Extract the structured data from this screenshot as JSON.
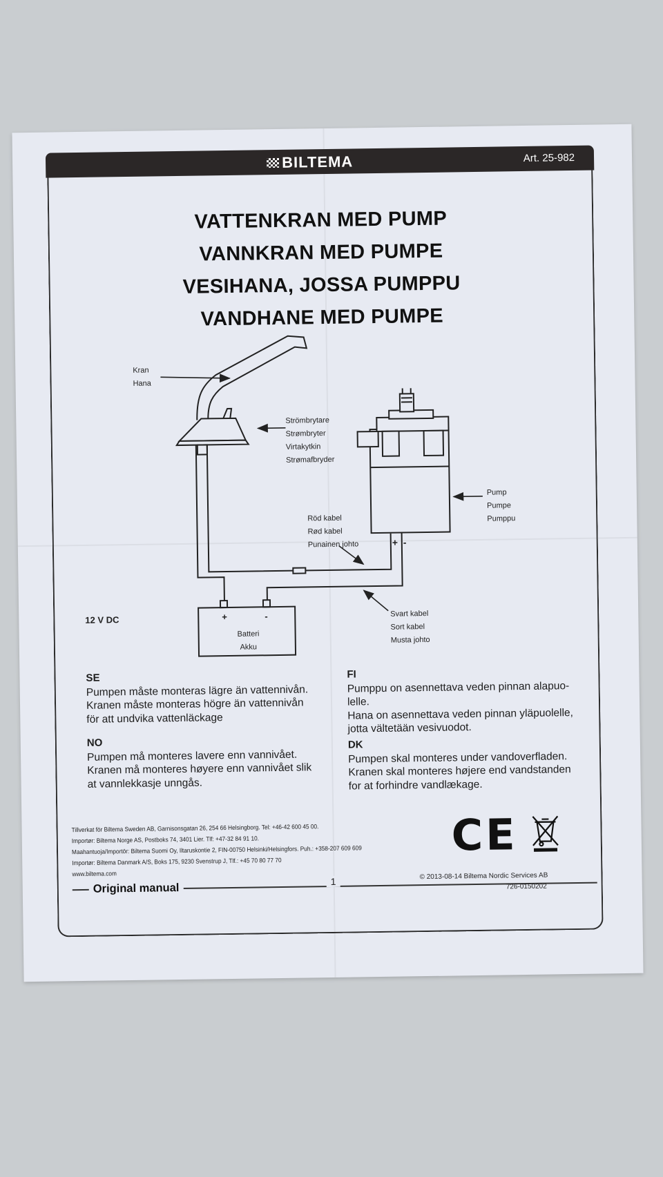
{
  "header": {
    "brand": "BILTEMA",
    "article": "Art. 25-982"
  },
  "titles": [
    "VATTENKRAN MED PUMP",
    "VANNKRAN MED PUMPE",
    "VESIHANA, JOSSA PUMPPU",
    "VANDHANE MED PUMPE"
  ],
  "diagram": {
    "tap": [
      "Kran",
      "Hana"
    ],
    "switch": [
      "Strömbrytare",
      "Strømbryter",
      "Virtakytkin",
      "Strømafbryder"
    ],
    "pump": [
      "Pump",
      "Pumpe",
      "Pumppu"
    ],
    "red_cable": [
      "Röd kabel",
      "Rød kabel",
      "Punainen johto"
    ],
    "black_cable": [
      "Svart kabel",
      "Sort kabel",
      "Musta johto"
    ],
    "battery": [
      "Batteri",
      "Akku"
    ],
    "plus": "+",
    "minus": "-",
    "voltage": "12 V DC"
  },
  "sections": {
    "se": {
      "code": "SE",
      "lines": [
        "Pumpen måste monteras lägre än vattennivån.",
        "Kranen måste monteras högre än vattennivån",
        "för att undvika vattenläckage"
      ]
    },
    "no": {
      "code": "NO",
      "lines": [
        "Pumpen må monteres lavere enn vannivået.",
        "Kranen må monteres høyere enn vannivået slik",
        "at vannlekkasje unngås."
      ]
    },
    "fi": {
      "code": "FI",
      "lines": [
        "Pumppu on asennettava veden pinnan alapuo-",
        "lelle.",
        "Hana on asennettava veden pinnan yläpuolelle,",
        "jotta vältetään vesivuodot."
      ]
    },
    "dk": {
      "code": "DK",
      "lines": [
        "Pumpen skal monteres under vandoverfladen.",
        "Kranen skal monteres højere end vandstanden",
        "for at forhindre vandlækage."
      ]
    }
  },
  "footer": {
    "importers": [
      "Tillverkat för Biltema Sweden AB, Garnisonsgatan 26, 254 66 Helsingborg. Tel: +46-42 600 45 00.",
      "Importør: Biltema Norge AS, Postboks 74, 3401 Lier. Tlf: +47-32 84 91 10.",
      "Maahantuoja/Importör: Biltema Suomi Oy, Iltaruskontie 2, FIN-00750 Helsinki/Helsingfors. Puh.: +358-207 609 609",
      "Importør: Biltema Danmark A/S, Boks 175, 9230 Svenstrup J, Tlf.: +45 70 80 77 70",
      "www.biltema.com"
    ],
    "ce_mark": "CE",
    "manual_label": "Original manual",
    "page_number": "1",
    "copyright": "© 2013-08-14 Biltema Nordic Services AB",
    "doc_number": "726-0150202"
  }
}
